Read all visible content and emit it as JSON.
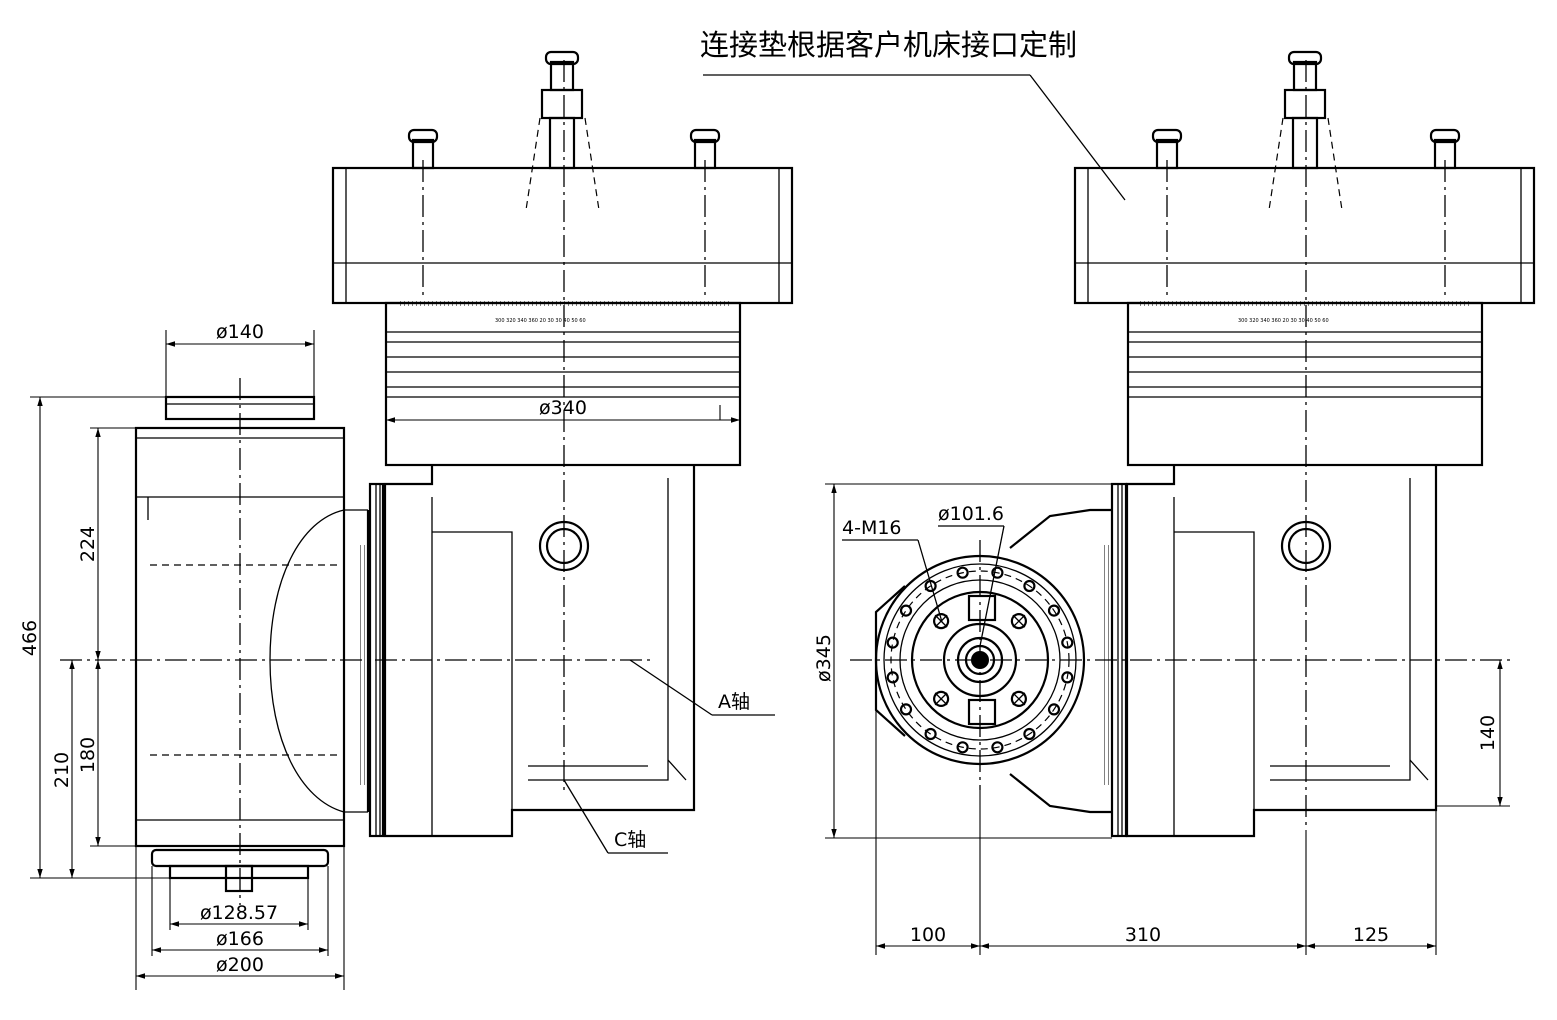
{
  "note": "连接垫根据客户机床接口定制",
  "axis_labels": {
    "a_axis": "A轴",
    "c_axis": "C轴"
  },
  "dims": {
    "d140": "ø140",
    "d340": "ø340",
    "d128": "ø128.57",
    "d166": "ø166",
    "d200": "ø200",
    "h466": "466",
    "h224": "224",
    "h210": "210",
    "h180": "180",
    "m16": "4-M16",
    "d101": "ø101.6",
    "d345": "ø345",
    "h140": "140",
    "w100": "100",
    "w310": "310",
    "w125": "125"
  },
  "scale_text": "300 320 340 360   20  30  30  40  50  60"
}
